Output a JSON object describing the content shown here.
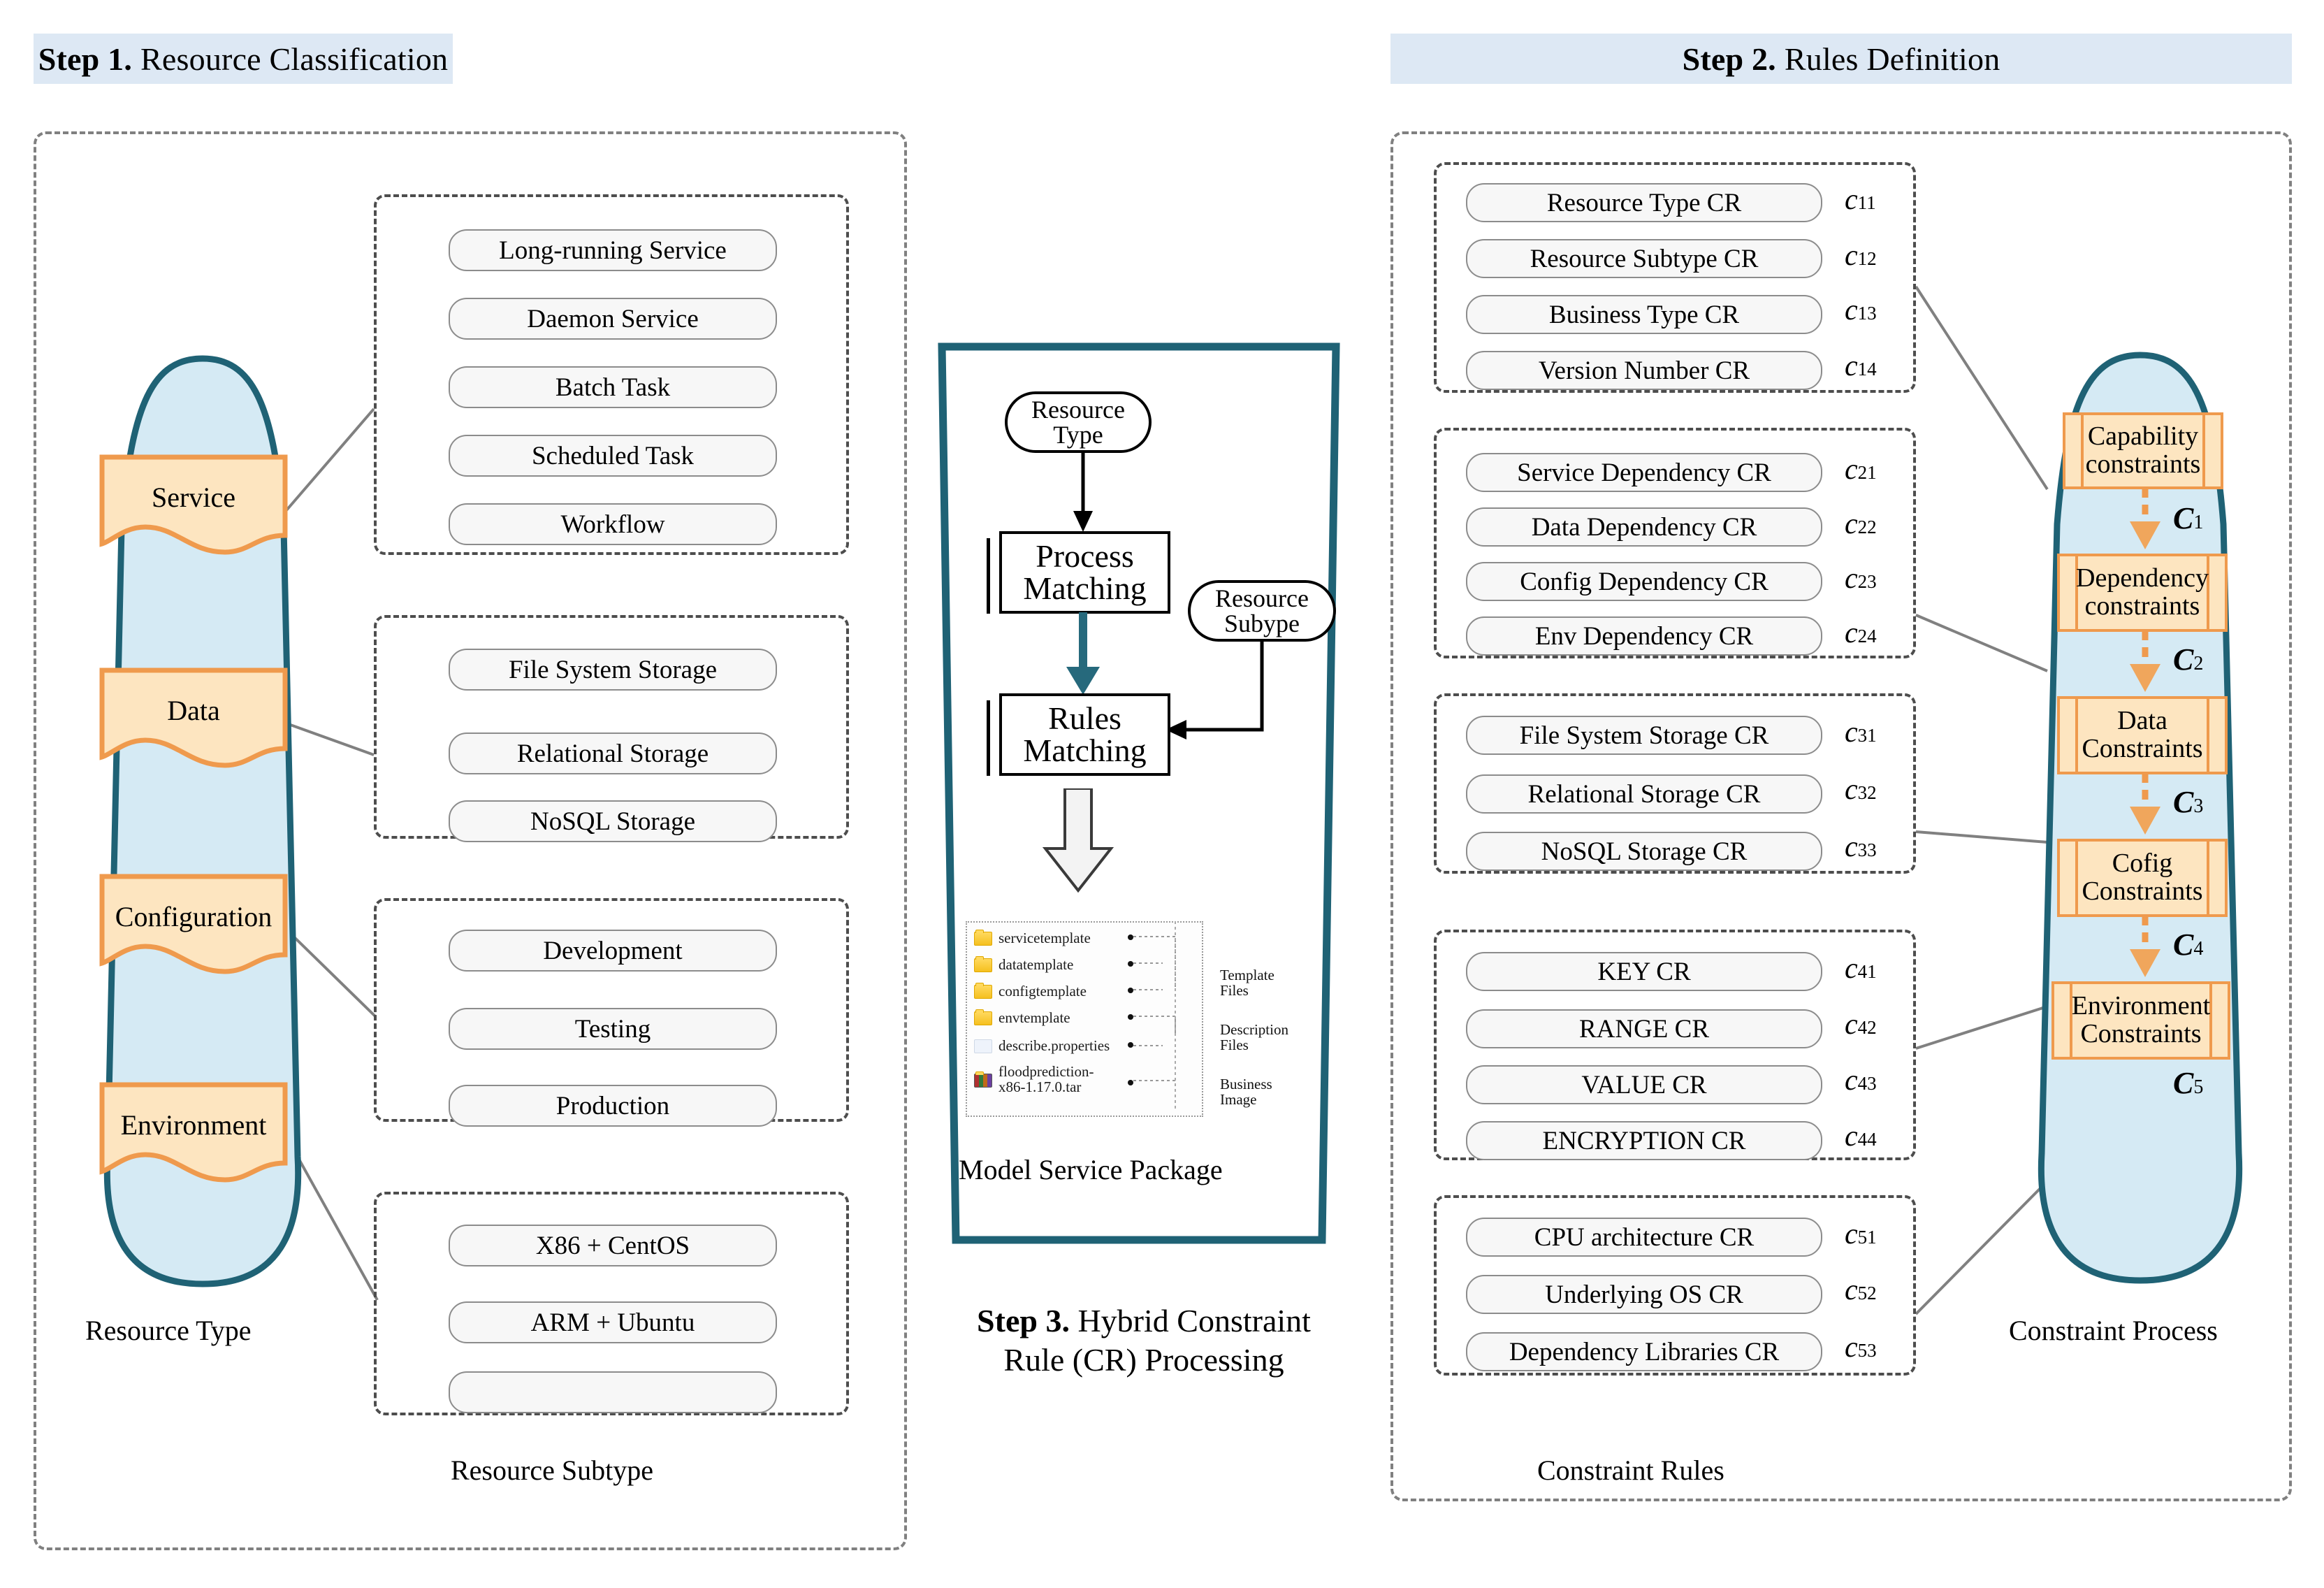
{
  "steps": {
    "step1": {
      "bold": "Step 1.",
      "rest": "Resource Classification"
    },
    "step2": {
      "bold": "Step 2.",
      "rest": "Rules Definition"
    },
    "step3": {
      "bold": "Step 3.",
      "line1": "Hybrid Constraint",
      "line2": "Rule (CR) Processing"
    }
  },
  "left": {
    "axis_label": "Resource Type",
    "subtype_label": "Resource Subtype",
    "types": [
      {
        "name": "Service"
      },
      {
        "name": "Data"
      },
      {
        "name": "Configuration"
      },
      {
        "name": "Environment"
      }
    ],
    "subtype_groups": [
      {
        "items": [
          "Long-running Service",
          "Daemon Service",
          "Batch Task",
          "Scheduled Task",
          "Workflow"
        ]
      },
      {
        "items": [
          "File System Storage",
          "Relational Storage",
          "NoSQL Storage"
        ]
      },
      {
        "items": [
          "Development",
          "Testing",
          "Production"
        ]
      },
      {
        "items": [
          "X86 + CentOS",
          "ARM + Ubuntu",
          ""
        ]
      }
    ]
  },
  "center": {
    "terminators": {
      "resource_type": {
        "line1": "Resource",
        "line2": "Type"
      },
      "resource_subtype": {
        "line1": "Resource",
        "line2": "Subype"
      }
    },
    "processes": {
      "process_matching": {
        "line1": "Process",
        "line2": "Matching"
      },
      "rules_matching": {
        "line1": "Rules",
        "line2": "Matching"
      }
    },
    "package_caption": "Model Service Package",
    "package_files": [
      {
        "name": "servicetemplate",
        "icon": "folder-icon"
      },
      {
        "name": "datatemplate",
        "icon": "folder-icon"
      },
      {
        "name": "configtemplate",
        "icon": "folder-icon"
      },
      {
        "name": "envtemplate",
        "icon": "folder-icon"
      },
      {
        "name": "describe.properties",
        "icon": "properties-file-icon"
      },
      {
        "name": "floodprediction-",
        "name2": "x86-1.17.0.tar",
        "icon": "archive-icon"
      }
    ],
    "package_side_labels": [
      {
        "line1": "Template",
        "line2": "Files"
      },
      {
        "line1": "Description",
        "line2": "Files"
      },
      {
        "line1": "Business",
        "line2": "Image"
      }
    ]
  },
  "right": {
    "rules_label": "Constraint Rules",
    "process_label": "Constraint Process",
    "cr_groups": [
      {
        "items": [
          {
            "label": "Resource Type CR",
            "code": "c",
            "sub": "11"
          },
          {
            "label": "Resource Subtype CR",
            "code": "c",
            "sub": "12"
          },
          {
            "label": "Business Type CR",
            "code": "c",
            "sub": "13"
          },
          {
            "label": "Version Number CR",
            "code": "c",
            "sub": "14"
          }
        ]
      },
      {
        "items": [
          {
            "label": "Service Dependency CR",
            "code": "c",
            "sub": "21"
          },
          {
            "label": "Data Dependency CR",
            "code": "c",
            "sub": "22"
          },
          {
            "label": "Config Dependency CR",
            "code": "c",
            "sub": "23"
          },
          {
            "label": "Env Dependency CR",
            "code": "c",
            "sub": "24"
          }
        ]
      },
      {
        "items": [
          {
            "label": "File System Storage CR",
            "code": "c",
            "sub": "31"
          },
          {
            "label": "Relational Storage CR",
            "code": "c",
            "sub": "32"
          },
          {
            "label": "NoSQL Storage CR",
            "code": "c",
            "sub": "33"
          }
        ]
      },
      {
        "items": [
          {
            "label": "KEY CR",
            "code": "c",
            "sub": "41"
          },
          {
            "label": "RANGE CR",
            "code": "c",
            "sub": "42"
          },
          {
            "label": "VALUE CR",
            "code": "c",
            "sub": "43"
          },
          {
            "label": "ENCRYPTION CR",
            "code": "c",
            "sub": "44"
          }
        ]
      },
      {
        "items": [
          {
            "label": "CPU architecture CR",
            "code": "c",
            "sub": "51"
          },
          {
            "label": "Underlying OS CR",
            "code": "c",
            "sub": "52"
          },
          {
            "label": "Dependency Libraries CR",
            "code": "c",
            "sub": "53"
          }
        ]
      }
    ],
    "constraint_steps": [
      {
        "line1": "Capability",
        "line2": "constraints",
        "flow": "C",
        "flow_sub": "1"
      },
      {
        "line1": "Dependency",
        "line2": "constraints",
        "flow": "C",
        "flow_sub": "2"
      },
      {
        "line1": "Data",
        "line2": "Constraints",
        "flow": "C",
        "flow_sub": "3"
      },
      {
        "line1": "Cofig",
        "line2": "Constraints",
        "flow": "C",
        "flow_sub": "4"
      },
      {
        "line1": "Environment",
        "line2": "Constraints",
        "flow": "C",
        "flow_sub": "5"
      }
    ]
  },
  "colors": {
    "banner": "#dde8f4",
    "capsule_fill": "#d5eaf4",
    "capsule_stroke": "#1f6275",
    "doc_fill": "#fde5c0",
    "doc_stroke": "#ef9a4d",
    "pill_fill": "#f7f7f7",
    "pill_stroke": "#8c8c8c",
    "dash": "#808080"
  }
}
